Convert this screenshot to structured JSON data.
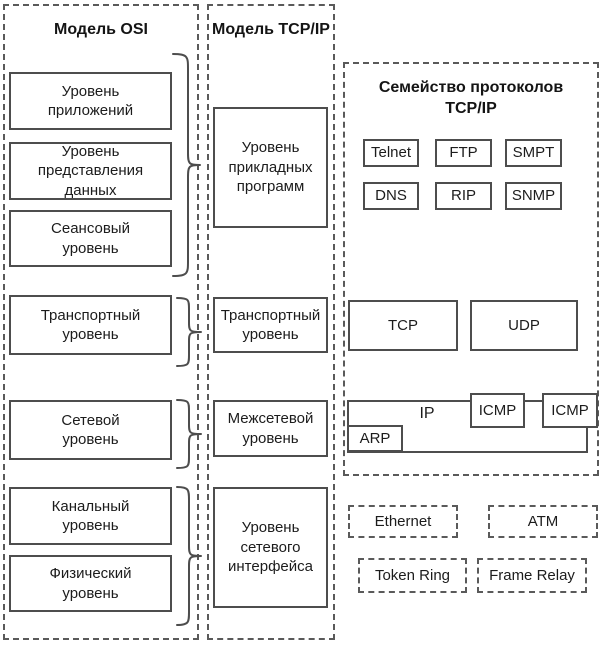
{
  "osi": {
    "title": "Модель OSI",
    "layers": [
      "Уровень\nприложений",
      "Уровень\nпредставления данных",
      "Сеансовый\nуровень",
      "Транспортный\nуровень",
      "Сетевой\nуровень",
      "Канальный\nуровень",
      "Физический\nуровень"
    ]
  },
  "tcpip": {
    "title": "Модель TCP/IP",
    "layers": [
      "Уровень\nприкладных\nпрограмм",
      "Транспортный\nуровень",
      "Межсетевой\nуровень",
      "Уровень\nсетевого\nинтерфейса"
    ]
  },
  "protocols": {
    "title": "Семейство протоколов\nTCP/IP",
    "application": [
      "Telnet",
      "FTP",
      "SMPT",
      "DNS",
      "RIP",
      "SNMP"
    ],
    "transport": [
      "TCP",
      "UDP"
    ],
    "internet": {
      "ip": "IP",
      "icmp_left": "ICMP",
      "icmp_right": "ICMP",
      "arp": "ARP"
    },
    "network_access": [
      "Ethernet",
      "ATM",
      "Token Ring",
      "Frame Relay"
    ]
  },
  "colors": {
    "solid_border": "#4d4d4d",
    "dashed_border": "#5a5a5a",
    "text": "#1c1c1c",
    "background": "#ffffff"
  }
}
